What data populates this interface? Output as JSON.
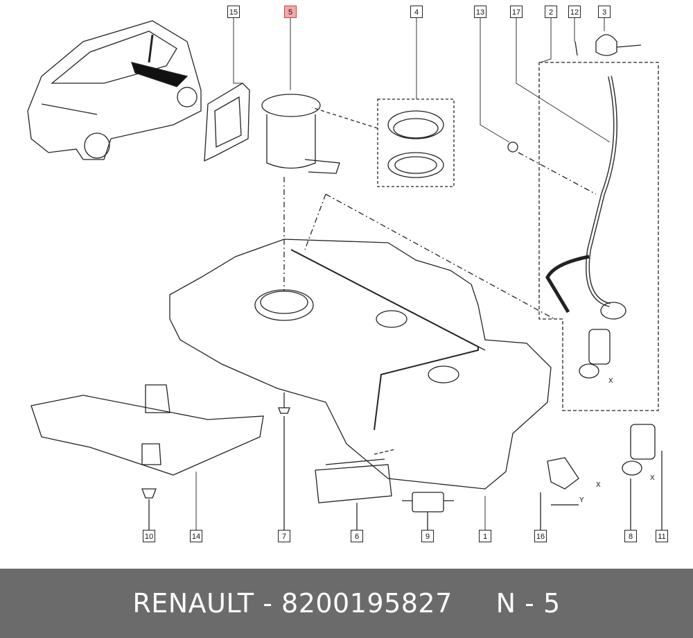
{
  "callouts": {
    "c1": "1",
    "c2": "2",
    "c3": "3",
    "c4": "4",
    "c5": "5",
    "c6": "6",
    "c7": "7",
    "c8": "8",
    "c9": "9",
    "c10": "10",
    "c11": "11",
    "c12": "12",
    "c13": "13",
    "c14": "14",
    "c15": "15",
    "c16": "16",
    "c17": "17"
  },
  "highlight_color": "#f4a7a7",
  "axis_labels": {
    "x1": "X",
    "x2": "X",
    "x3": "X",
    "y1": "Y"
  },
  "footer": {
    "brand": "RENAULT",
    "part_number": "8200195827",
    "ref": "N - 5",
    "text": "RENAULT - 8200195827     N - 5"
  }
}
